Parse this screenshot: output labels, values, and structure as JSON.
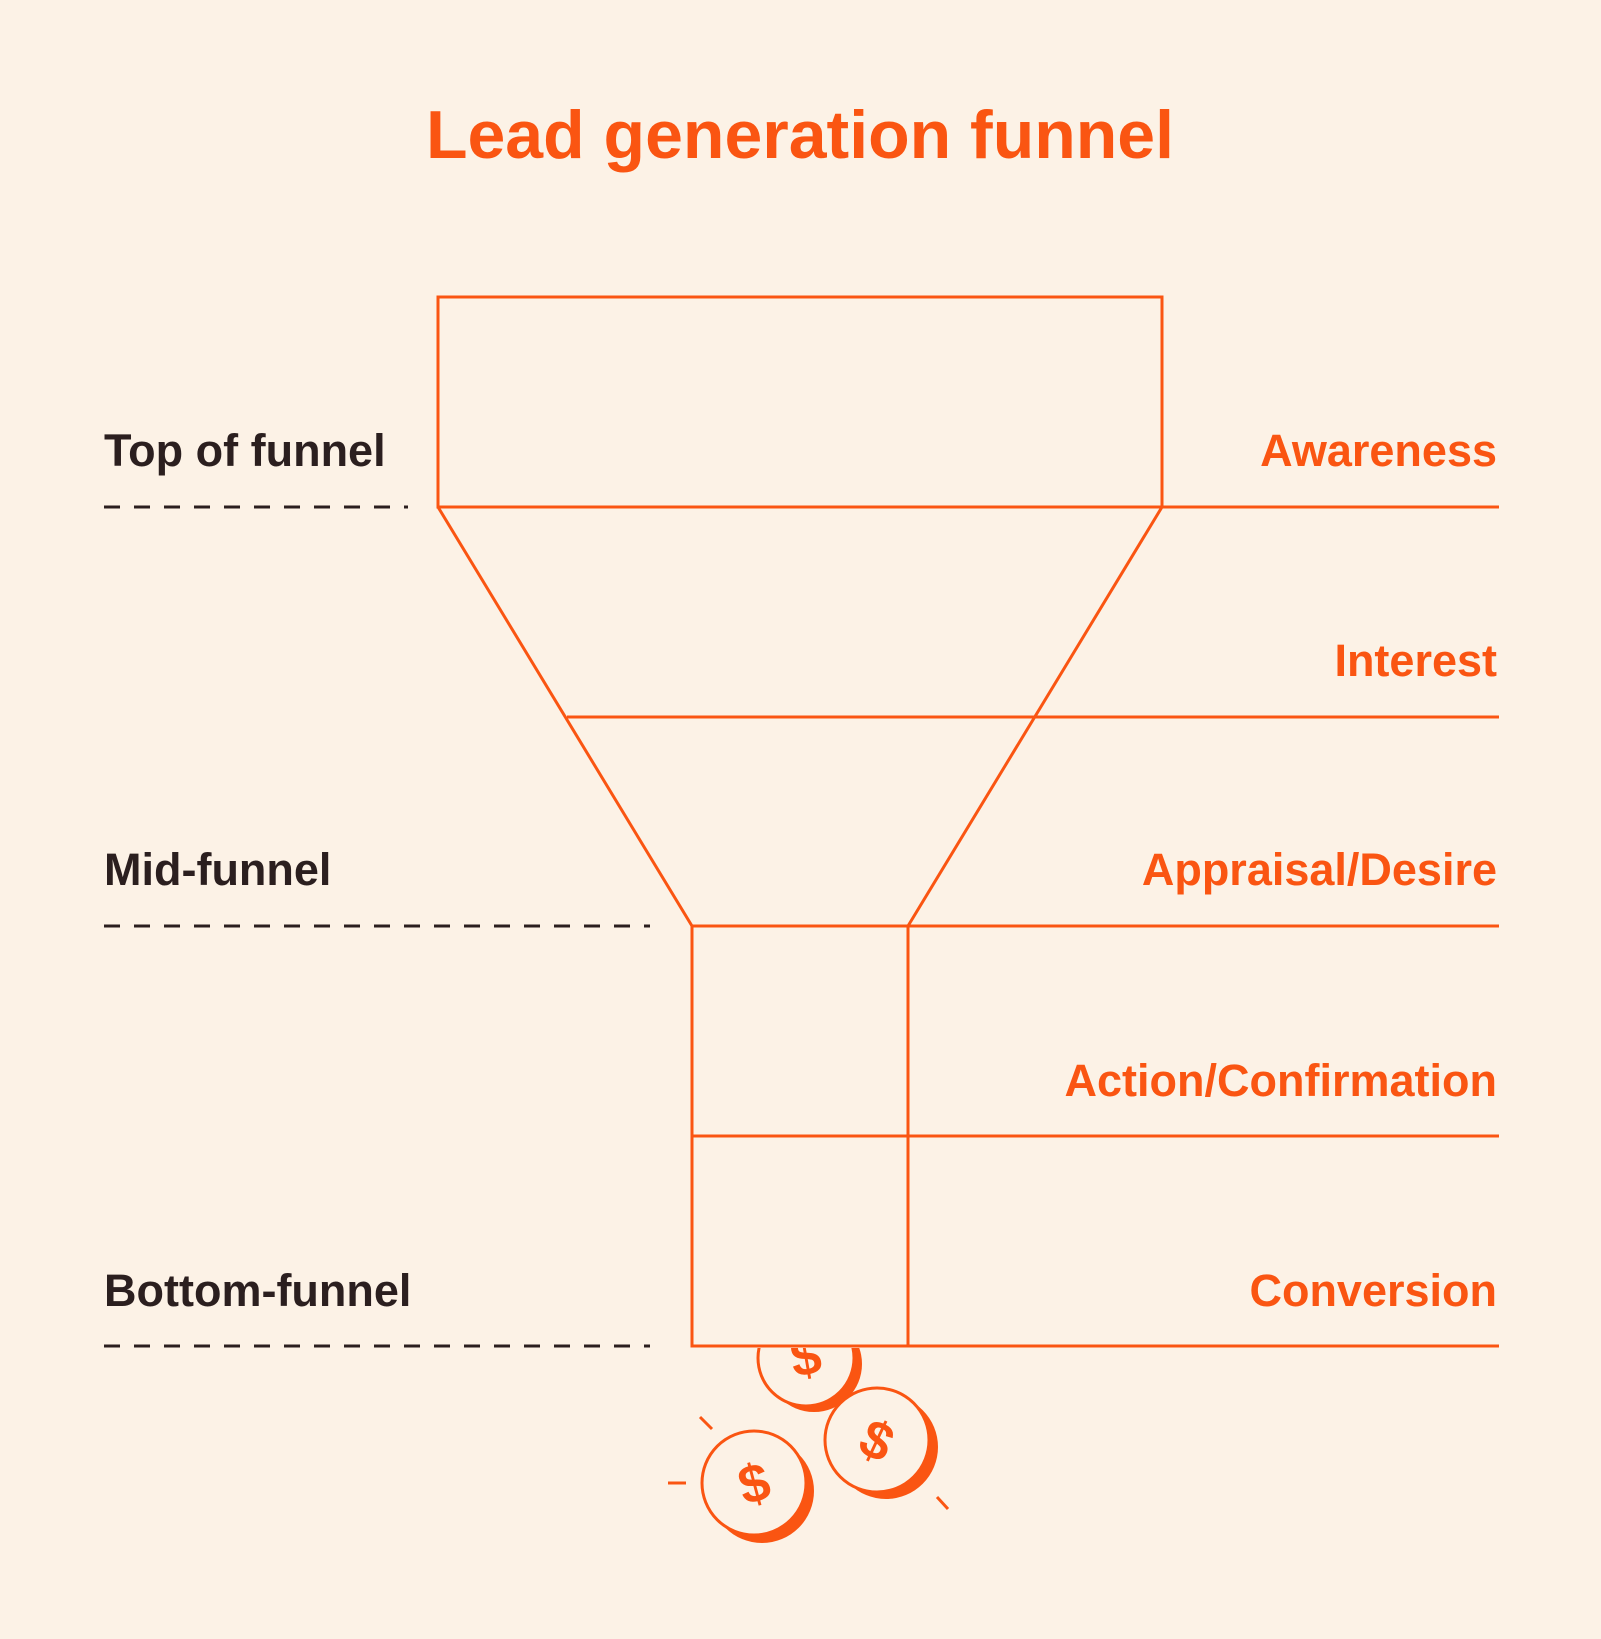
{
  "title": "Lead generation funnel",
  "colors": {
    "background": "#fcf2e6",
    "accent": "#fa5512",
    "dark_text": "#2b1f1f"
  },
  "sections": [
    {
      "label": "Top of funnel"
    },
    {
      "label": "Mid-funnel"
    },
    {
      "label": "Bottom-funnel"
    }
  ],
  "stages": [
    {
      "label": "Awareness"
    },
    {
      "label": "Interest"
    },
    {
      "label": "Appraisal/Desire"
    },
    {
      "label": "Action/Confirmation"
    },
    {
      "label": "Conversion"
    }
  ],
  "coins": [
    {
      "icon": "dollar-coin-icon",
      "symbol": "$"
    },
    {
      "icon": "dollar-coin-icon",
      "symbol": "$"
    },
    {
      "icon": "dollar-coin-icon",
      "symbol": "$"
    }
  ]
}
